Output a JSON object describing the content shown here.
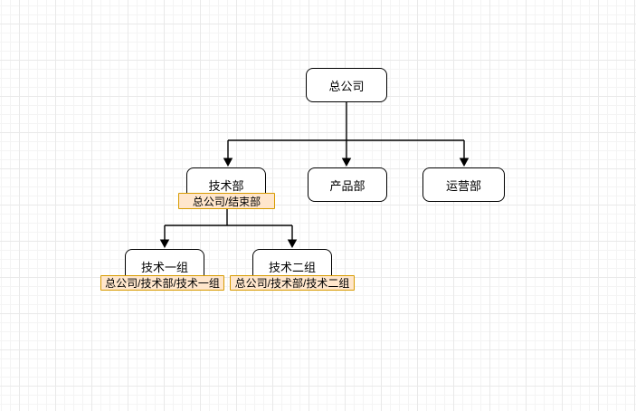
{
  "diagram": {
    "type": "org-chart",
    "colors": {
      "node_fill": "#ffffff",
      "node_stroke": "#000000",
      "connector": "#000000",
      "tag_fill": "#ffe6cc",
      "tag_stroke": "#d79b00",
      "grid_minor": "#f4f4f4",
      "grid_major": "#e9e9e9"
    },
    "nodes": [
      {
        "id": "root",
        "label": "总公司"
      },
      {
        "id": "tech-dept",
        "label": "技术部",
        "path_label": "总公司/结束部"
      },
      {
        "id": "product-dept",
        "label": "产品部"
      },
      {
        "id": "ops-dept",
        "label": "运营部"
      },
      {
        "id": "tech-group-1",
        "label": "技术一组",
        "path_label": "总公司/技术部/技术一组"
      },
      {
        "id": "tech-group-2",
        "label": "技术二组",
        "path_label": "总公司/技术部/技术二组"
      }
    ],
    "edges": [
      {
        "from": "root",
        "to": "tech-dept"
      },
      {
        "from": "root",
        "to": "product-dept"
      },
      {
        "from": "root",
        "to": "ops-dept"
      },
      {
        "from": "tech-dept",
        "to": "tech-group-1"
      },
      {
        "from": "tech-dept",
        "to": "tech-group-2"
      }
    ]
  }
}
